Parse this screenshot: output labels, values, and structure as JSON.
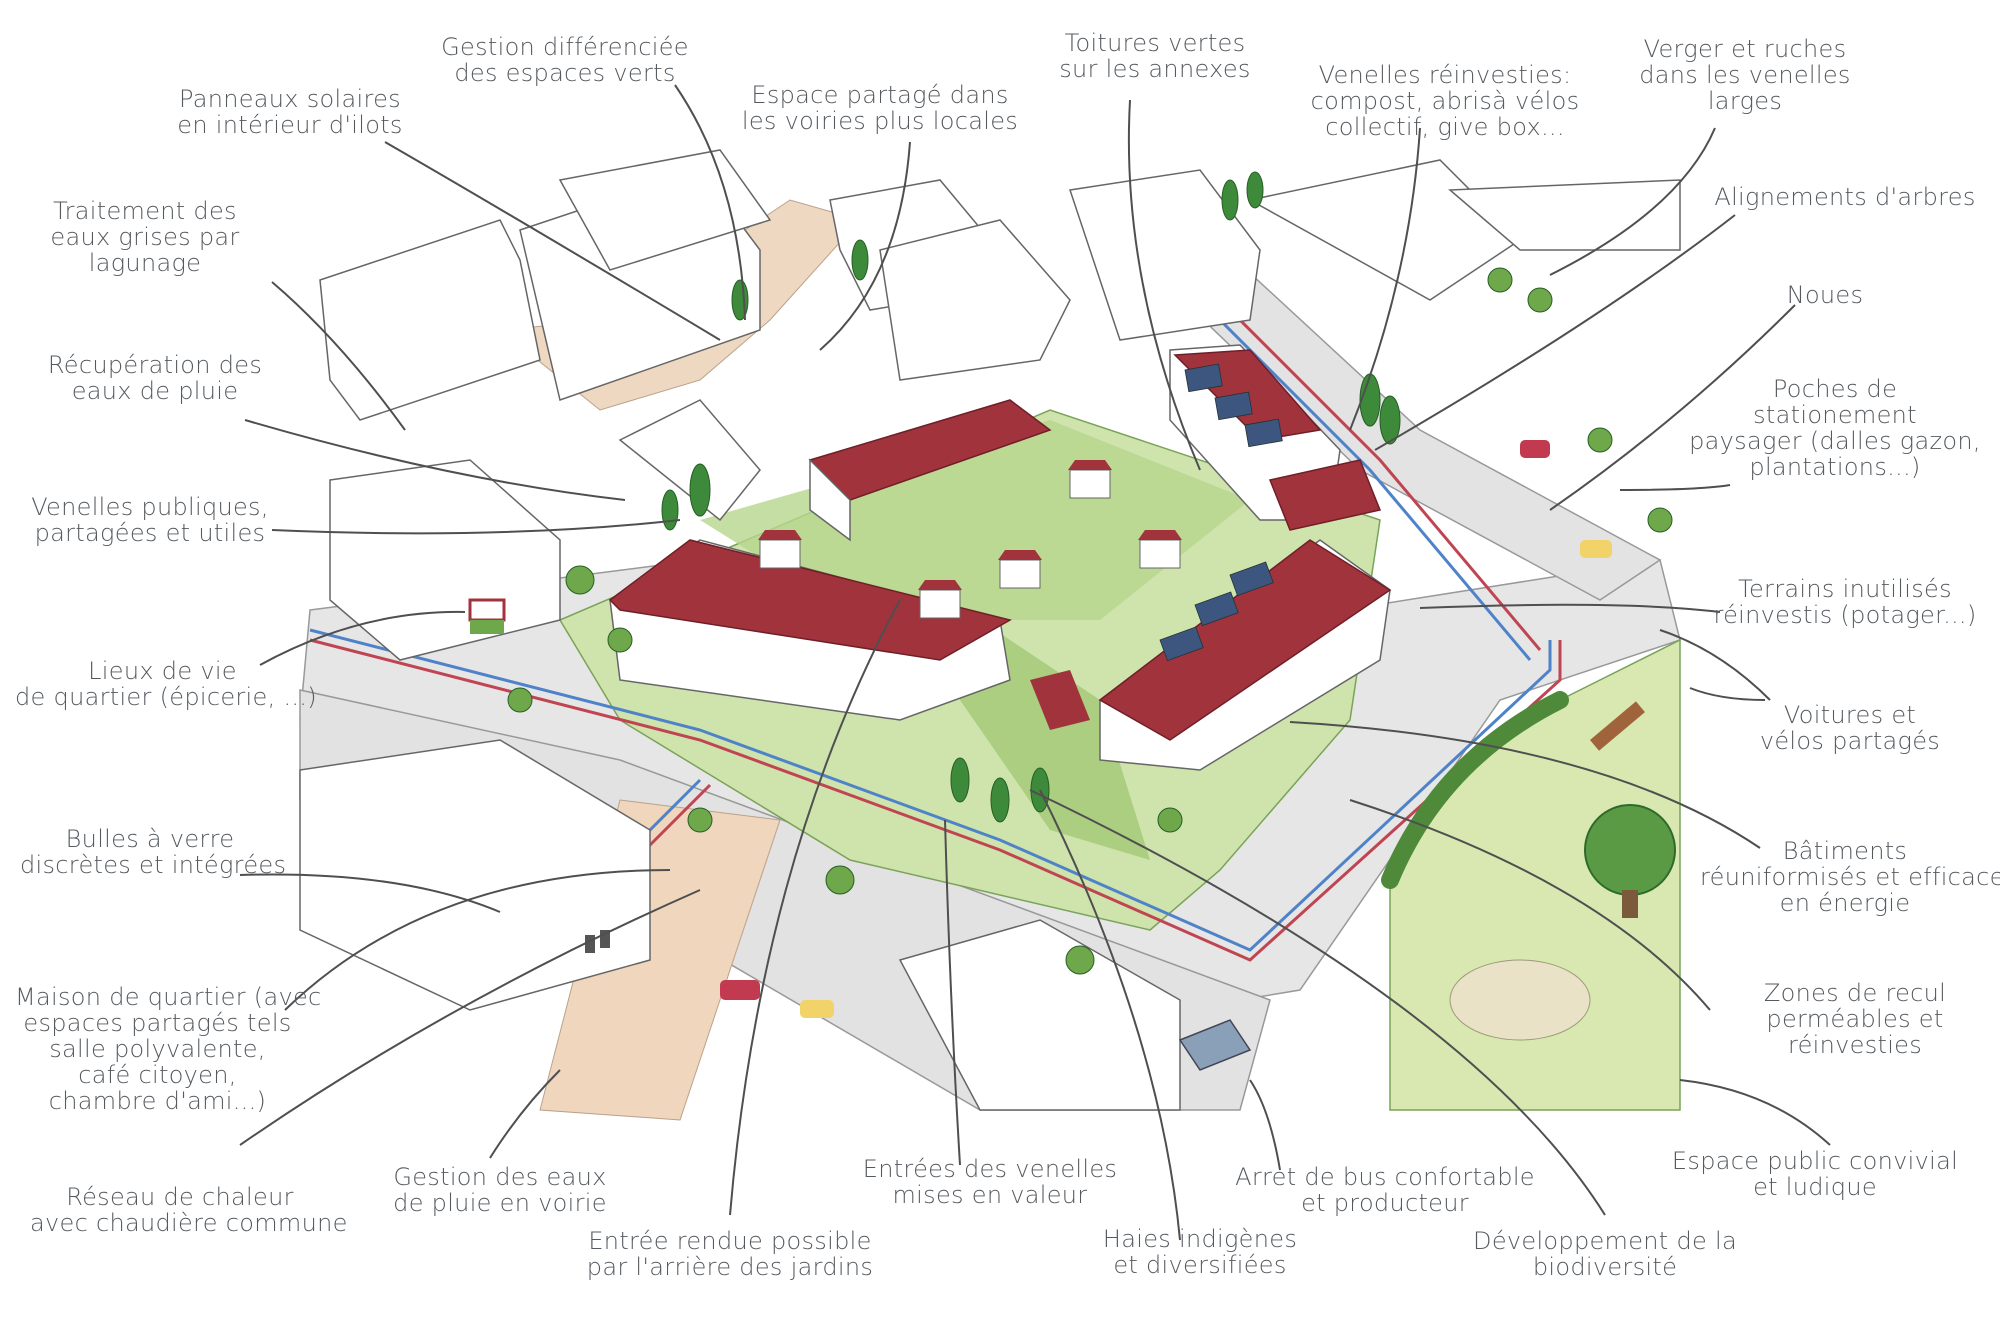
{
  "labels": [
    {
      "id": "panneaux-solaires",
      "lines": [
        "Panneaux solaires",
        "en intérieur d'ilots"
      ]
    },
    {
      "id": "gestion-differenciee",
      "lines": [
        "Gestion différenciée",
        "des espaces verts"
      ]
    },
    {
      "id": "espace-partage",
      "lines": [
        "Espace partagé dans",
        "les voiries plus locales"
      ]
    },
    {
      "id": "toitures-vertes",
      "lines": [
        "Toitures vertes",
        "sur les annexes"
      ]
    },
    {
      "id": "venelles-reinvesties",
      "lines": [
        "Venelles réinvesties:",
        "compost, abrisà vélos",
        "collectif, give box..."
      ]
    },
    {
      "id": "verger-ruches",
      "lines": [
        "Verger et ruches",
        "dans les venelles",
        "larges"
      ]
    },
    {
      "id": "traitement-eaux-grises",
      "lines": [
        "Traitement des",
        "eaux grises par",
        "lagunage"
      ]
    },
    {
      "id": "alignements-arbres",
      "lines": [
        "Alignements d'arbres"
      ]
    },
    {
      "id": "noues",
      "lines": [
        "Noues"
      ]
    },
    {
      "id": "recuperation-eaux-pluie",
      "lines": [
        "Récupération des",
        "eaux de pluie"
      ]
    },
    {
      "id": "poches-stationnement",
      "lines": [
        "Poches de",
        "stationement",
        "paysager (dalles gazon,",
        "plantations...)"
      ]
    },
    {
      "id": "venelles-publiques",
      "lines": [
        "Venelles publiques,",
        "partagées et utiles"
      ]
    },
    {
      "id": "terrains-inutilises",
      "lines": [
        "Terrains inutilisés",
        "réinvestis (potager...)"
      ]
    },
    {
      "id": "lieux-de-vie",
      "lines": [
        "Lieux de vie",
        "de quartier (épicerie, ...)"
      ]
    },
    {
      "id": "voitures-velos",
      "lines": [
        "Voitures et",
        "vélos partagés"
      ]
    },
    {
      "id": "bulles-a-verre",
      "lines": [
        "Bulles à verre",
        "discrètes et intégrées"
      ]
    },
    {
      "id": "batiments",
      "lines": [
        "Bâtiments",
        "réuniformisés et efficaces",
        "en énergie"
      ]
    },
    {
      "id": "maison-quartier",
      "lines": [
        "Maison de quartier (avec",
        "espaces partagés tels",
        "salle polyvalente,",
        "café citoyen,",
        "chambre d'ami...)"
      ]
    },
    {
      "id": "zones-recul",
      "lines": [
        "Zones de recul",
        "perméables et",
        "réinvesties"
      ]
    },
    {
      "id": "espace-public",
      "lines": [
        "Espace public convivial",
        "et ludique"
      ]
    },
    {
      "id": "reseau-chaleur",
      "lines": [
        "Réseau de chaleur",
        "avec chaudière commune"
      ]
    },
    {
      "id": "gestion-eaux-voirie",
      "lines": [
        "Gestion des eaux",
        "de pluie en voirie"
      ]
    },
    {
      "id": "entrees-venelles",
      "lines": [
        "Entrées des venelles",
        "mises en valeur"
      ]
    },
    {
      "id": "arret-bus",
      "lines": [
        "Arret de bus confortable",
        "et producteur"
      ]
    },
    {
      "id": "entree-arriere",
      "lines": [
        "Entrée rendue possible",
        "par l'arrière des jardins"
      ]
    },
    {
      "id": "haies-indigenes",
      "lines": [
        "Haies indigènes",
        "et diversifiées"
      ]
    },
    {
      "id": "developpement-biodiversite",
      "lines": [
        "Développement de la",
        "biodiversité"
      ]
    }
  ],
  "colors": {
    "roof": "#a1333d",
    "solar": "#3d5680",
    "grass": "#c7dfa4",
    "grass_dark": "#6fa84a",
    "tree": "#3c8a3a",
    "road": "#e4e4e4",
    "sand": "#f0d9c0",
    "blue_pipe": "#4f83c9",
    "red_pipe": "#c04553",
    "label": "#555a5f"
  },
  "icons": [
    "tree-icon",
    "solar-panel-icon",
    "car-icon",
    "bus-shelter-icon",
    "glass-bin-icon",
    "market-stall-icon"
  ]
}
